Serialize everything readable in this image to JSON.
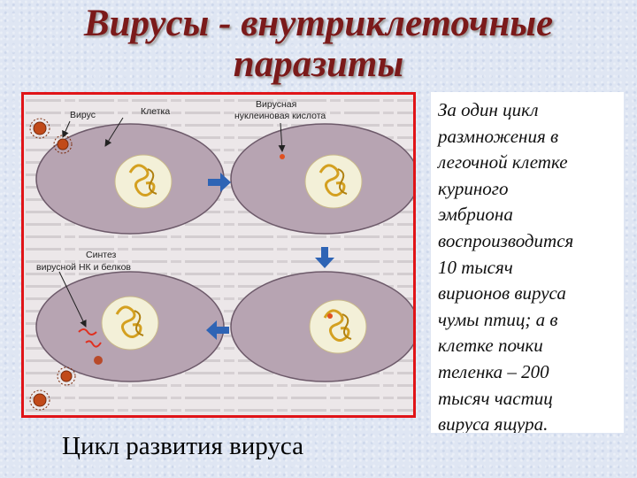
{
  "title": {
    "line1": "Вирусы - внутриклеточные",
    "line2": "паразиты"
  },
  "diagram": {
    "labels": {
      "virus": "Вирус",
      "cell": "Клетка",
      "nucleic_acid_line1": "Вирусная",
      "nucleic_acid_line2": "нуклеиновая кислота",
      "synthesis_line1": "Синтез",
      "synthesis_line2": "вирусной НК и белков"
    },
    "colors": {
      "cell_fill": "#b7a4b2",
      "nucleus_fill": "#f3f0d8",
      "chromatin": "#d4a020",
      "arrow": "#2e64b5",
      "virus": "#c14a1a"
    },
    "stages": [
      "virus-attachment",
      "nucleic-acid-injection",
      "replication",
      "synthesis-and-release"
    ]
  },
  "caption": "Цикл развития вируса",
  "sidebox": {
    "lines": [
      "За один цикл",
      "размножения в",
      "легочной клетке",
      "куриного",
      "эмбриона",
      "воспроизводится",
      "10 тысяч",
      "вирионов вируса",
      "чумы птиц; а в",
      "клетке почки",
      "теленка – 200",
      "тысяч частиц",
      "вируса ящура."
    ]
  }
}
